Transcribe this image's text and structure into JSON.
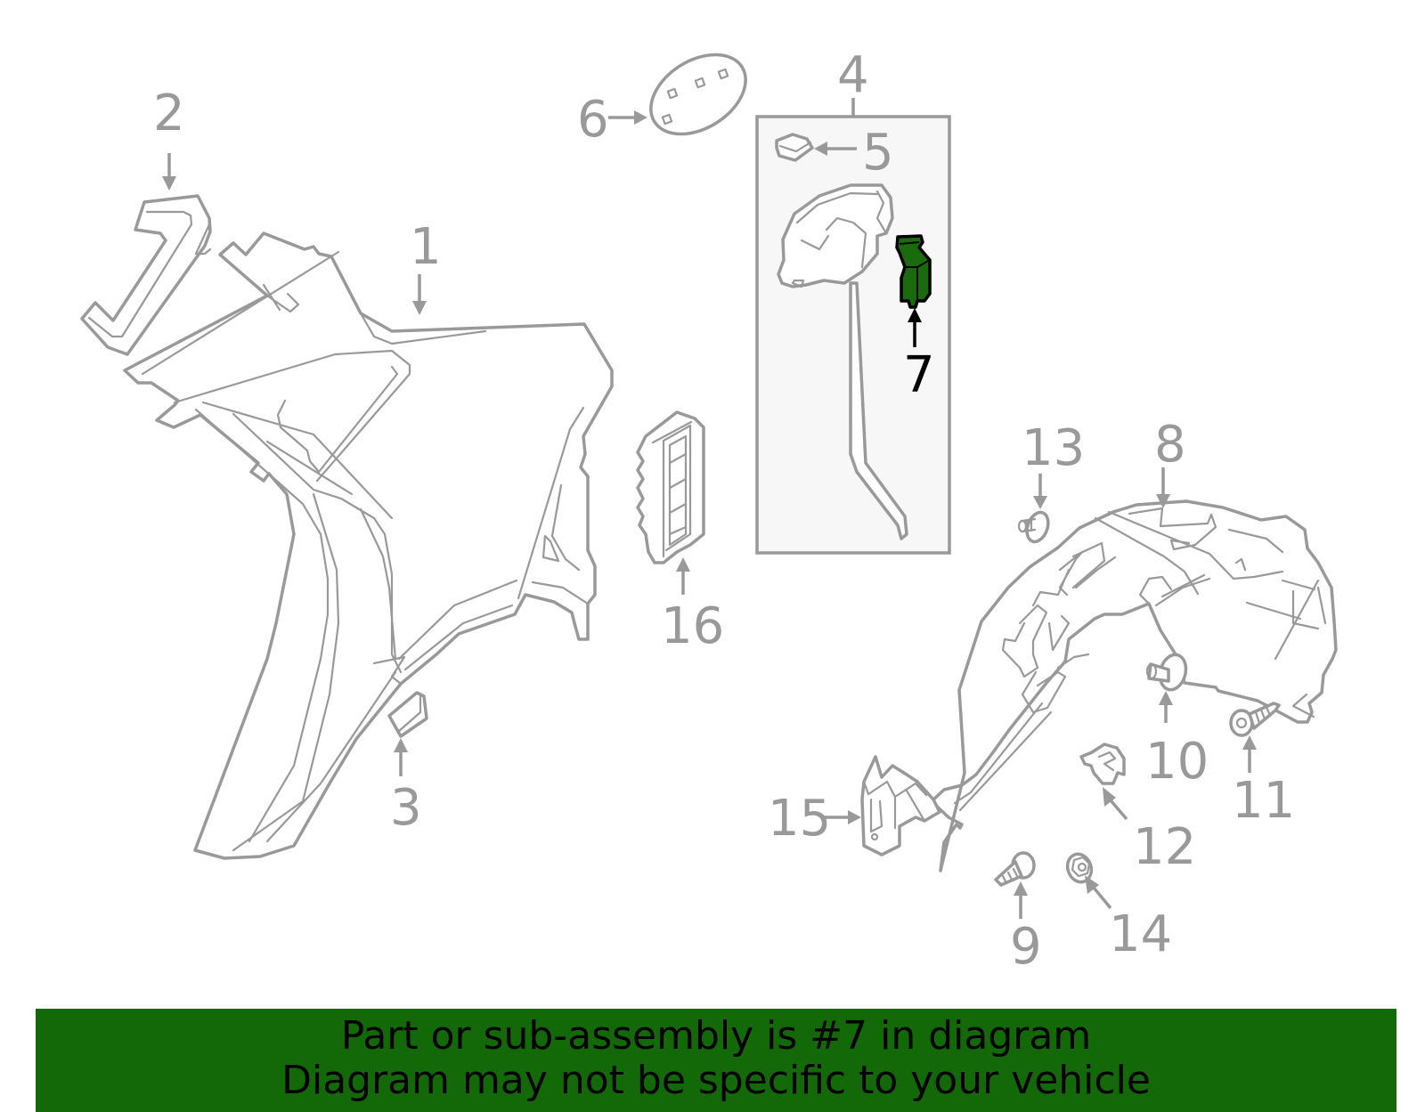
{
  "diagram": {
    "highlight_color": "#136808",
    "line_color": "#999999",
    "highlighted_part": "7",
    "group_box": {
      "label": "4",
      "contains": [
        "5",
        "7"
      ]
    },
    "callouts": [
      {
        "id": "1",
        "label": "1"
      },
      {
        "id": "2",
        "label": "2"
      },
      {
        "id": "3",
        "label": "3"
      },
      {
        "id": "4",
        "label": "4"
      },
      {
        "id": "5",
        "label": "5"
      },
      {
        "id": "6",
        "label": "6"
      },
      {
        "id": "7",
        "label": "7",
        "highlighted": true
      },
      {
        "id": "8",
        "label": "8"
      },
      {
        "id": "9",
        "label": "9"
      },
      {
        "id": "10",
        "label": "10"
      },
      {
        "id": "11",
        "label": "11"
      },
      {
        "id": "12",
        "label": "12"
      },
      {
        "id": "13",
        "label": "13"
      },
      {
        "id": "14",
        "label": "14"
      },
      {
        "id": "15",
        "label": "15"
      },
      {
        "id": "16",
        "label": "16"
      }
    ]
  },
  "banner": {
    "line1": "Part or sub-assembly is #7 in diagram",
    "line2": "Diagram may not be specific to your vehicle",
    "background": "#136808"
  }
}
